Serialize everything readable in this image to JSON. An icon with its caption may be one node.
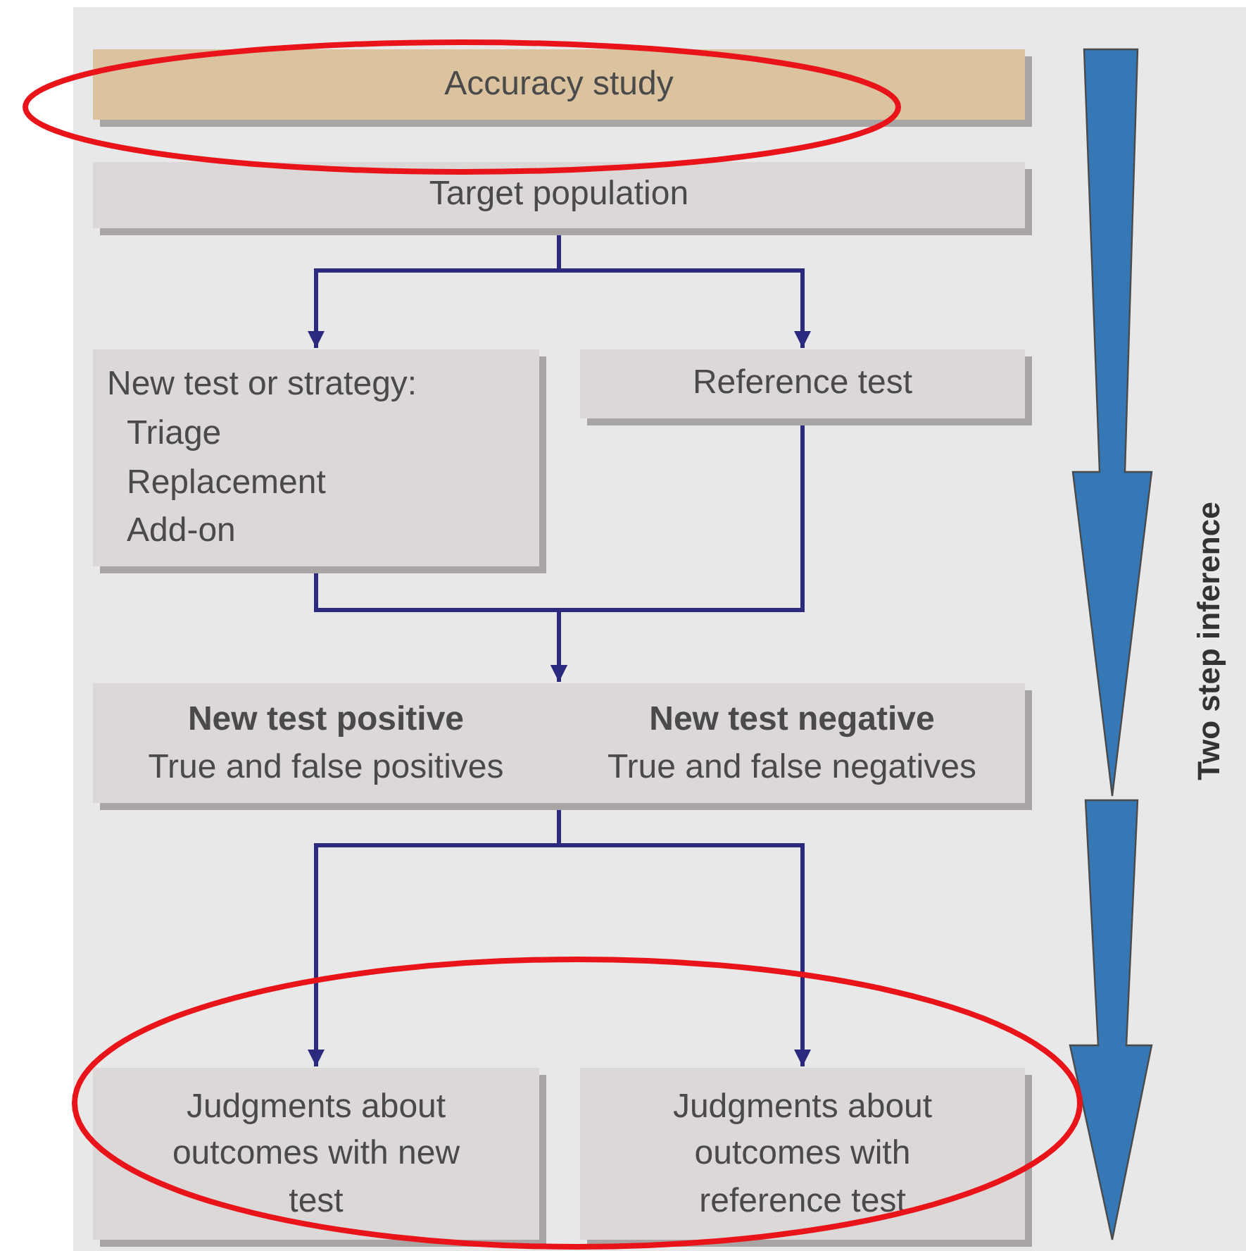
{
  "diagram": {
    "nodes": [
      {
        "text": [
          "Accuracy study"
        ]
      },
      {
        "text": [
          "Target population"
        ]
      },
      {
        "text": [
          "New test or strategy:",
          "Triage",
          "Replacement",
          "Add-on"
        ]
      },
      {
        "text": [
          "Reference test"
        ]
      },
      {
        "text": [
          "New test positive",
          "True and false positives",
          "New test negative",
          "True and false negatives"
        ]
      },
      {
        "text": [
          "Judgments about outcomes with new test"
        ]
      },
      {
        "text": [
          "Judgments about outcomes with reference test"
        ]
      }
    ],
    "edges": [
      {
        "from": 1,
        "to": 2,
        "arrow": "to"
      },
      {
        "from": 1,
        "to": 3,
        "arrow": "to"
      },
      {
        "from": 2,
        "to": 4,
        "arrow": "to"
      },
      {
        "from": 3,
        "to": 4,
        "arrow": "to"
      },
      {
        "from": 4,
        "to": 5,
        "arrow": "to"
      },
      {
        "from": 4,
        "to": 6,
        "arrow": "to"
      }
    ],
    "labels": [
      "Two step inference"
    ]
  }
}
